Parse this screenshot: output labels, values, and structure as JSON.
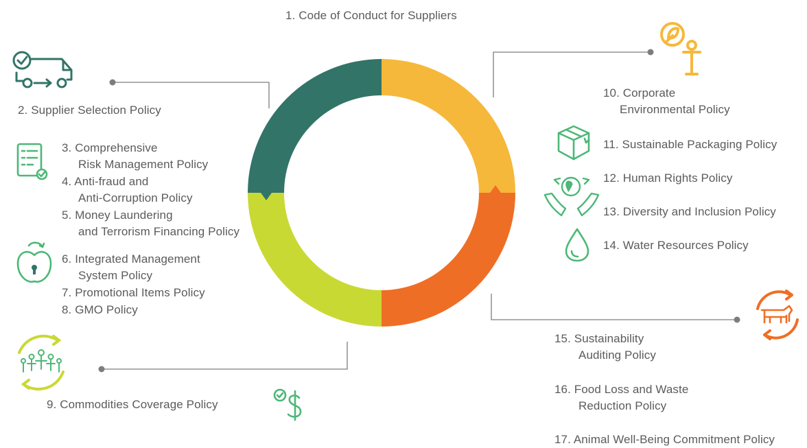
{
  "title": "1. Code of Conduct for Suppliers",
  "colors": {
    "teal": "#327468",
    "yellow": "#f6b83a",
    "orange": "#ef6e25",
    "lime": "#c9d934",
    "green_icon": "#4cb776",
    "connector": "#7d7d7d"
  },
  "left": {
    "supplier_selection": "2. Supplier Selection Policy",
    "risk_line1": "3. Comprehensive",
    "risk_line2": "Risk Management Policy",
    "fraud_line1": "4. Anti-fraud and",
    "fraud_line2": "Anti-Corruption Policy",
    "money_line1": "5. Money Laundering",
    "money_line2": "and Terrorism Financing Policy",
    "ims_line1": "6. Integrated Management",
    "ims_line2": "System Policy",
    "promo": "7. Promotional Items Policy",
    "gmo": "8. GMO Policy",
    "commodities": "9. Commodities Coverage Policy"
  },
  "right": {
    "env_line1": "10. Corporate",
    "env_line2": "Environmental Policy",
    "packaging": "11. Sustainable Packaging Policy",
    "human_rights": "12. Human Rights Policy",
    "diversity": "13. Diversity and Inclusion Policy",
    "water": "14. Water Resources Policy",
    "audit_line1": "15.  Sustainability",
    "audit_line2": "Auditing Policy",
    "food_line1": "16.  Food Loss and Waste",
    "food_line2": "Reduction Policy",
    "animal": "17.  Animal Well-Being Commitment Policy"
  },
  "icons": [
    "delivery-truck-icon",
    "checklist-icon",
    "apple-lock-icon",
    "people-cycle-icon",
    "dollar-check-icon",
    "leaf-person-icon",
    "package-box-icon",
    "hands-globe-icon",
    "water-drop-icon",
    "cow-cycle-icon"
  ]
}
